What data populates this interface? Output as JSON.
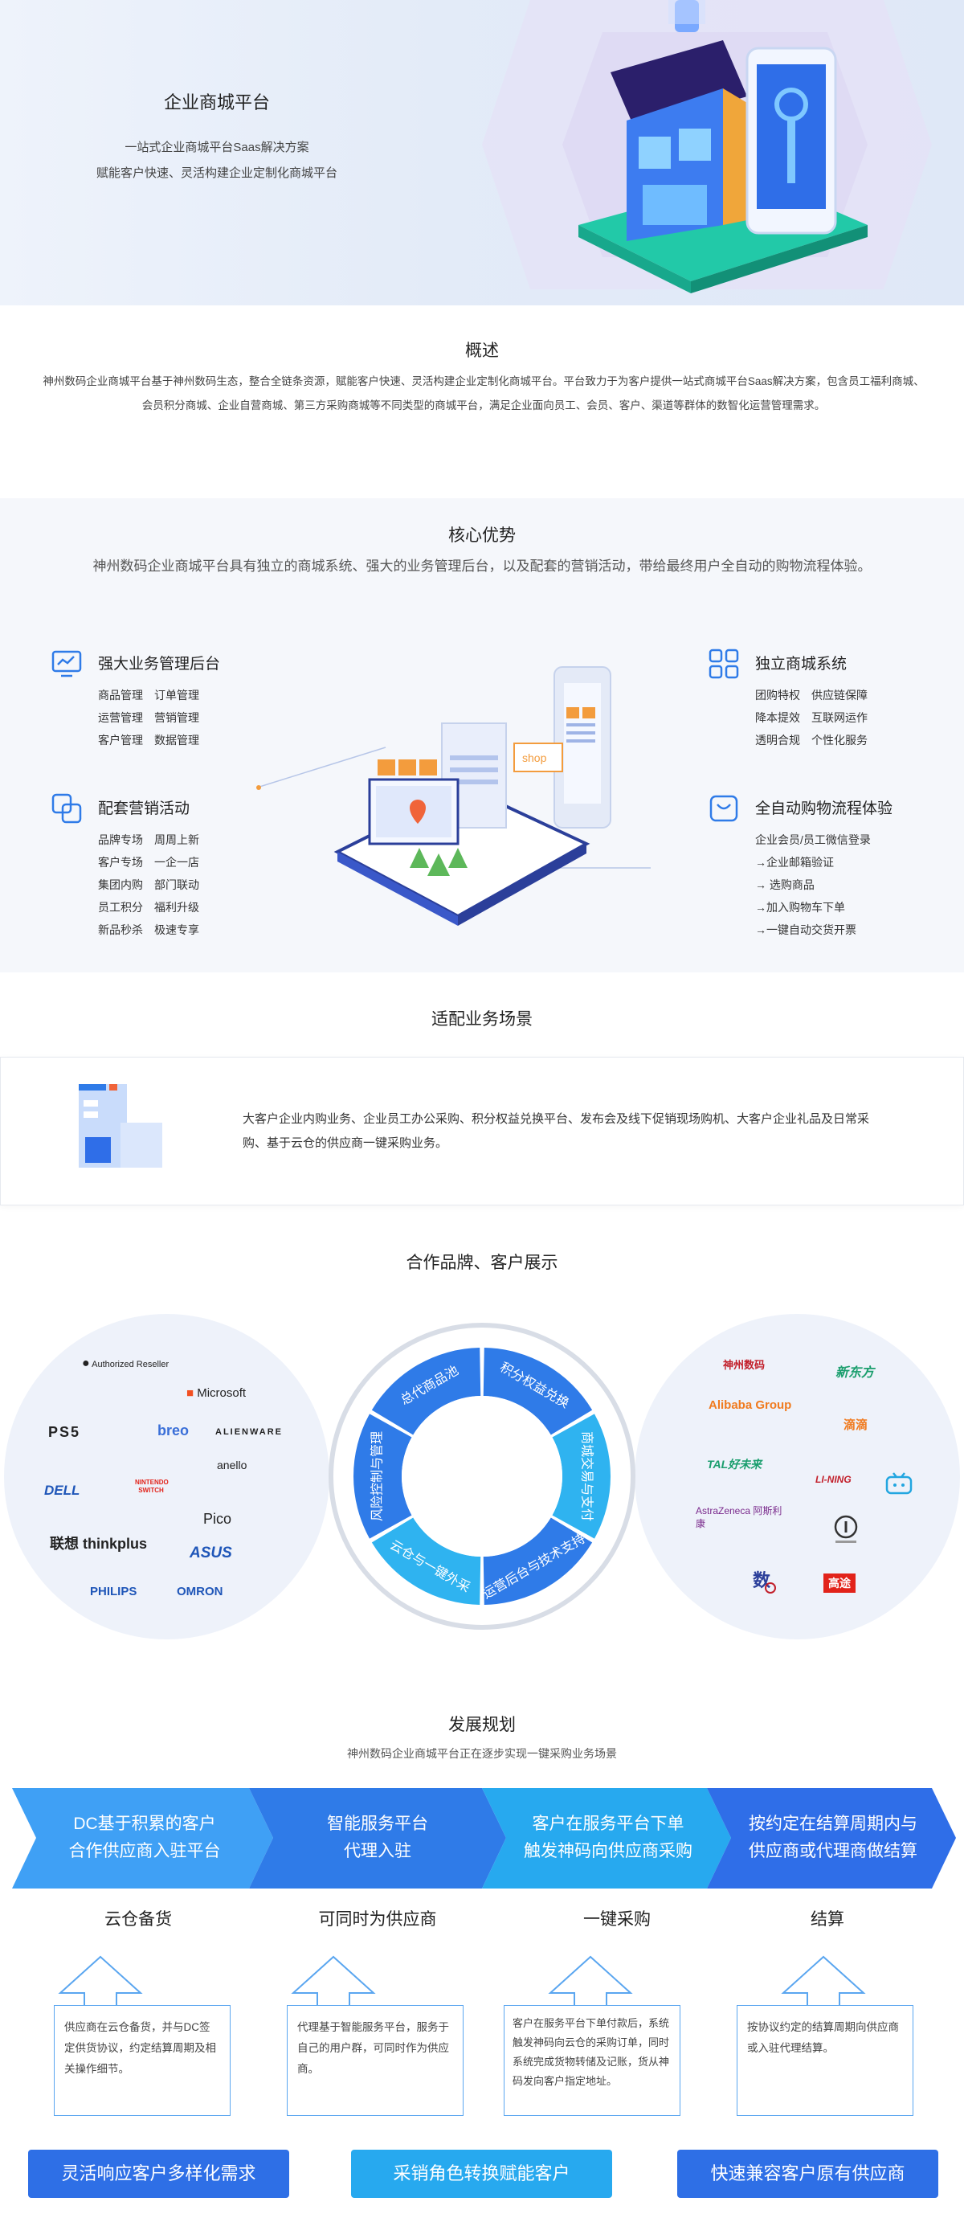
{
  "hero": {
    "title": "企业商城平台",
    "line1": "一站式企业商城平台Saas解决方案",
    "line2": "赋能客户快速、灵活构建企业定制化商城平台"
  },
  "overview": {
    "title": "概述",
    "body": "神州数码企业商城平台基于神州数码生态，整合全链条资源，赋能客户快速、灵活构建企业定制化商城平台。平台致力于为客户提供一站式商城平台Saas解决方案，包含员工福利商城、会员积分商城、企业自营商城、第三方采购商城等不同类型的商城平台，满足企业面向员工、会员、客户、渠道等群体的数智化运营管理需求。"
  },
  "core": {
    "title": "核心优势",
    "subtitle": "神州数码企业商城平台具有独立的商城系统、强大的业务管理后台，以及配套的营销活动，带给最终用户全自动的购物流程体验。",
    "features": [
      {
        "title": "强大业务管理后台",
        "icon": "dashboard-icon",
        "rows": [
          [
            "商品管理",
            "订单管理"
          ],
          [
            "运营管理",
            "营销管理"
          ],
          [
            "客户管理",
            "数据管理"
          ]
        ]
      },
      {
        "title": "配套营销活动",
        "icon": "overlap-squares-icon",
        "rows": [
          [
            "品牌专场",
            "周周上新"
          ],
          [
            "客户专场",
            "一企一店"
          ],
          [
            "集团内购",
            "部门联动"
          ],
          [
            "员工积分",
            "福利升级"
          ],
          [
            "新品秒杀",
            "极速专享"
          ]
        ]
      },
      {
        "title": "独立商城系统",
        "icon": "grid-icon",
        "rows": [
          [
            "团购特权",
            "供应链保障"
          ],
          [
            "降本提效",
            "互联网运作"
          ],
          [
            "透明合规",
            "个性化服务"
          ]
        ]
      },
      {
        "title": "全自动购物流程体验",
        "icon": "bag-icon",
        "rows": [
          [
            "企业会员/员工微信登录",
            ""
          ],
          [
            "→企业邮箱验证",
            ""
          ],
          [
            "→ 选购商品",
            ""
          ],
          [
            "→加入购物车下单",
            ""
          ],
          [
            "→一键自动交货开票",
            ""
          ]
        ]
      }
    ],
    "illustration_label": "shop"
  },
  "scene": {
    "title": "适配业务场景",
    "body": "大客户企业内购业务、企业员工办公采购、积分权益兑换平台、发布会及线下促销现场购机、大客户企业礼品及日常采购、基于云仓的供应商一键采购业务。"
  },
  "partners": {
    "title": "合作品牌、客户展示",
    "ring": [
      "总代商品池",
      "积分权益兑换",
      "商城交易与支付",
      "运营后台与技术支持",
      "云仓与一键外采",
      "风险控制与管理"
    ],
    "left_logos": [
      {
        "name": "apple",
        "text": "Authorized Reseller"
      },
      {
        "name": "microsoft",
        "text": "Microsoft"
      },
      {
        "name": "ps5",
        "text": "PS5"
      },
      {
        "name": "breo",
        "text": "breo"
      },
      {
        "name": "alienware",
        "text": "ALIENWARE"
      },
      {
        "name": "anello",
        "text": "anello"
      },
      {
        "name": "dell",
        "text": "DELL"
      },
      {
        "name": "nintendo-switch",
        "text": "NINTENDO SWITCH"
      },
      {
        "name": "pico",
        "text": "Pico"
      },
      {
        "name": "lenovo-thinkplus",
        "text": "联想 thinkplus"
      },
      {
        "name": "asus",
        "text": "ASUS"
      },
      {
        "name": "philips",
        "text": "PHILIPS"
      },
      {
        "name": "omron",
        "text": "OMRON"
      }
    ],
    "right_logos": [
      {
        "name": "digital-china",
        "text": "神州数码"
      },
      {
        "name": "xindongfang",
        "text": "新东方"
      },
      {
        "name": "alibaba",
        "text": "Alibaba Group"
      },
      {
        "name": "didi",
        "text": "滴滴"
      },
      {
        "name": "tal",
        "text": "TAL好未来"
      },
      {
        "name": "li-ning",
        "text": "LI-NING"
      },
      {
        "name": "bilibili",
        "text": ""
      },
      {
        "name": "astrazeneca",
        "text": "AstraZeneca 阿斯利康"
      },
      {
        "name": "tianbao",
        "text": ""
      },
      {
        "name": "shuzi",
        "text": ""
      },
      {
        "name": "gaotu",
        "text": "高途"
      }
    ],
    "colors": {
      "ring_blue": "#2f7be8",
      "ring_cyan": "#2fb3f0",
      "bubble": "#eef2fa"
    }
  },
  "plan": {
    "title": "发展规划",
    "subtitle": "神州数码企业商城平台正在逐步实现一键采购业务场景",
    "arrows": [
      {
        "l1": "DC基于积累的客户",
        "l2": "合作供应商入驻平台"
      },
      {
        "l1": "智能服务平台",
        "l2": "代理入驻"
      },
      {
        "l1": "客户在服务平台下单",
        "l2": "触发神码向供应商采购"
      },
      {
        "l1": "按约定在结算周期内与",
        "l2": "供应商或代理商做结算"
      }
    ],
    "stages": [
      "云仓备货",
      "可同时为供应商",
      "一键采购",
      "结算"
    ],
    "notes": [
      "供应商在云仓备货，并与DC签定供货协议，约定结算周期及相关操作细节。",
      "代理基于智能服务平台，服务于自己的用户群，可同时作为供应商。",
      "客户在服务平台下单付款后，系统触发神码向云仓的采购订单，同时系统完成货物转储及记账，货从神码发向客户指定地址。",
      "按协议约定的结算周期向供应商或入驻代理结算。"
    ],
    "pills": [
      "灵活响应客户多样化需求",
      "采销角色转换赋能客户",
      "快速兼容客户原有供应商"
    ],
    "colors": {
      "arrow1": "#3fa0f5",
      "arrow2": "#2f7be8",
      "arrow3": "#27a9ef",
      "arrow4": "#2f6ee8",
      "pill": "#2e6fe6"
    }
  }
}
